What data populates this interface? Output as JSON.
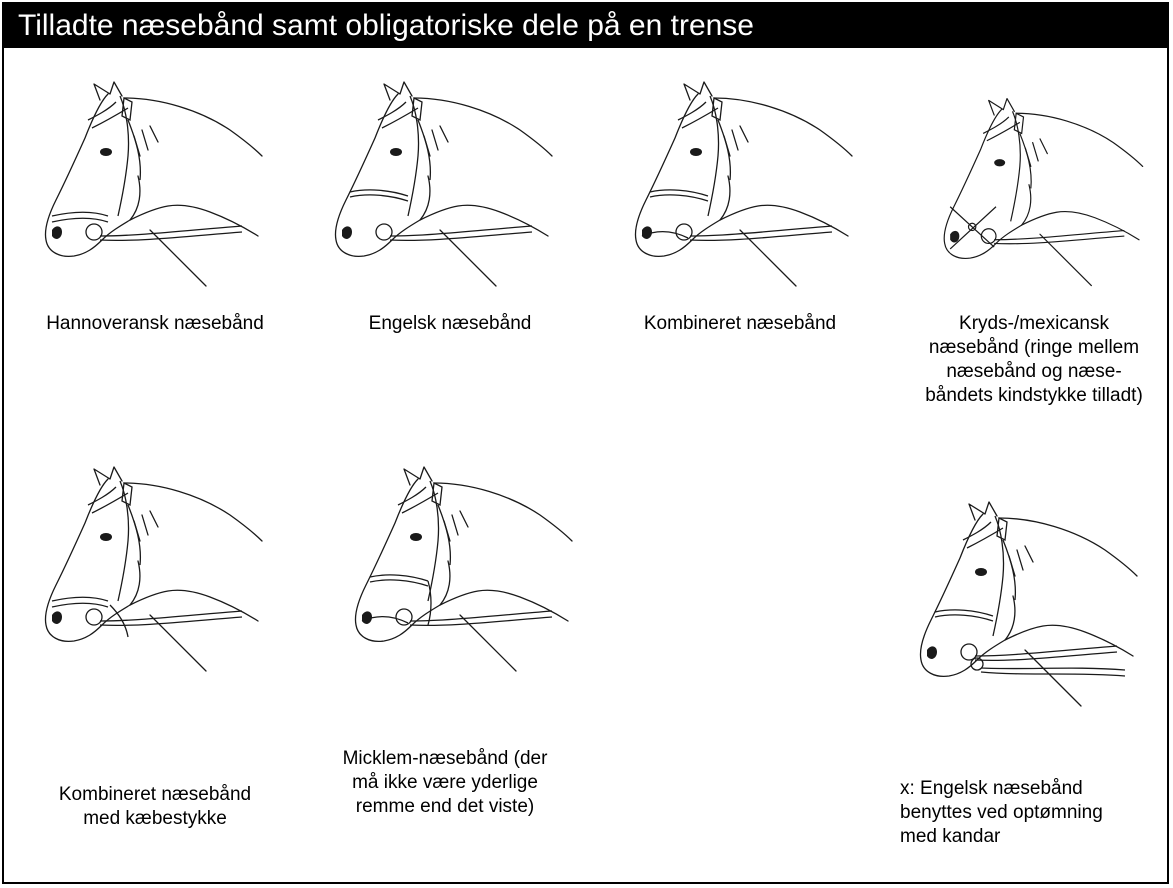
{
  "title": "Tilladte næsebånd samt obligatoriske dele på en trense",
  "panels": [
    {
      "id": "hannoveransk",
      "caption": "Hannoveransk næsebånd"
    },
    {
      "id": "engelsk",
      "caption": "Engelsk næsebånd"
    },
    {
      "id": "kombineret",
      "caption": "Kombineret næsebånd"
    },
    {
      "id": "kryds",
      "caption": "Kryds-/mexicansk\nnæsebånd (ringe mellem\nnæsebånd og næse-\nbåndets kindstykke tilladt)"
    },
    {
      "id": "kombineret-kaebe",
      "caption": "Kombineret næsebånd\nmed kæbestykke"
    },
    {
      "id": "micklem",
      "caption": "Micklem-næsebånd (der\nmå ikke være yderlige\nremme end det viste)"
    },
    {
      "id": "kandar",
      "caption": "x: Engelsk næsebånd\nbenyttes ved optømning\nmed kandar"
    }
  ],
  "colors": {
    "title_bar_bg": "#000000",
    "title_text": "#ffffff",
    "line": "#1a1a1a",
    "background": "#ffffff"
  }
}
